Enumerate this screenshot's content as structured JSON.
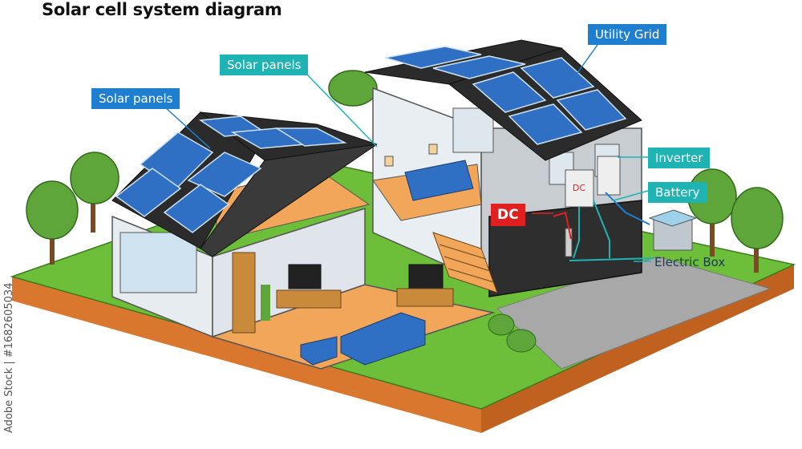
{
  "title": "Solar cell system diagram",
  "labels": {
    "utility_grid": "Utility Grid",
    "solar_panels_1": "Solar panels",
    "solar_panels_2": "Solar panels",
    "inverter": "Inverter",
    "battery": "Battery",
    "electric_box": "Electric Box",
    "dc_tag": "DC",
    "dc_box_text": "DC"
  },
  "watermark_id": "Adobe Stock | #1682605034",
  "colors": {
    "label_blue": "#1e7fd1",
    "label_teal": "#1fb3b3",
    "dc_red": "#e02020",
    "panel_blue": "#2f6fc4",
    "roof_dark": "#2b2b2b",
    "floor_orange": "#f2a65a",
    "grass_green": "#6dbf3a",
    "soil": "#d9772e"
  }
}
